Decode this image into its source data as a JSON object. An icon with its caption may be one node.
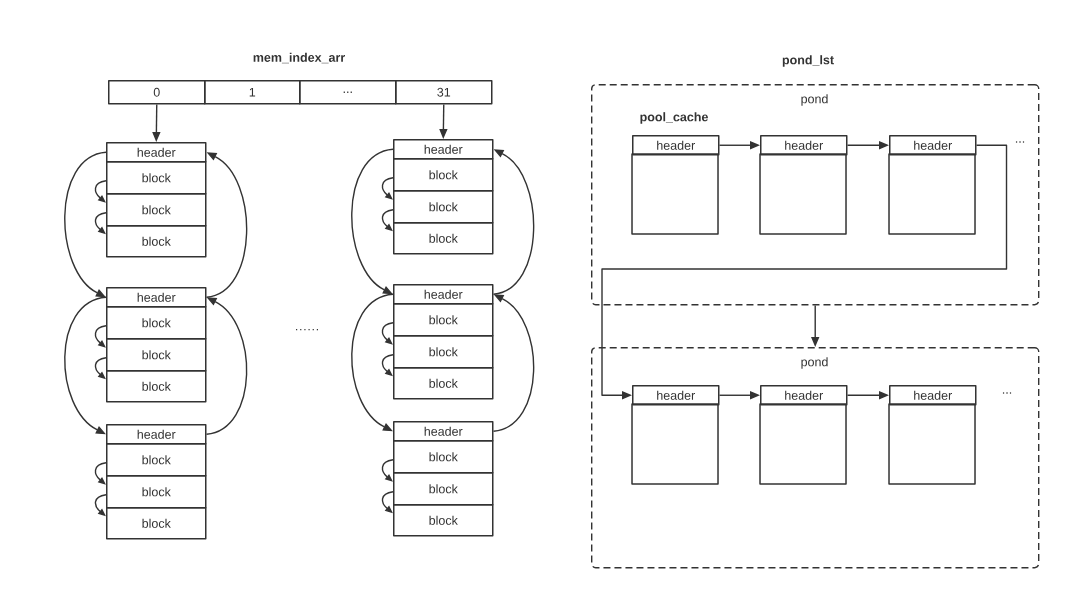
{
  "diagram": {
    "nodes": [
      {
        "text": [
          "0"
        ]
      },
      {
        "text": [
          "1"
        ]
      },
      {
        "text": [
          "..."
        ]
      },
      {
        "text": [
          "31"
        ]
      },
      {
        "text": [
          "header"
        ]
      },
      {
        "text": [
          "block"
        ]
      },
      {
        "text": [
          "block"
        ]
      },
      {
        "text": [
          "block"
        ]
      },
      {
        "text": [
          "header"
        ]
      },
      {
        "text": [
          "block"
        ]
      },
      {
        "text": [
          "block"
        ]
      },
      {
        "text": [
          "block"
        ]
      },
      {
        "text": [
          "header"
        ]
      },
      {
        "text": [
          "block"
        ]
      },
      {
        "text": [
          "block"
        ]
      },
      {
        "text": [
          "block"
        ]
      },
      {
        "text": [
          "header"
        ]
      },
      {
        "text": [
          "block"
        ]
      },
      {
        "text": [
          "block"
        ]
      },
      {
        "text": [
          "block"
        ]
      },
      {
        "text": [
          "header"
        ]
      },
      {
        "text": [
          "block"
        ]
      },
      {
        "text": [
          "block"
        ]
      },
      {
        "text": [
          "block"
        ]
      },
      {
        "text": [
          "header"
        ]
      },
      {
        "text": [
          "block"
        ]
      },
      {
        "text": [
          "block"
        ]
      },
      {
        "text": [
          "block"
        ]
      },
      {
        "text": [
          "pond"
        ]
      },
      {
        "text": [
          "header"
        ],
        "in": 28
      },
      {
        "text": [
          "header"
        ],
        "in": 28
      },
      {
        "text": [
          "header"
        ],
        "in": 28
      },
      {
        "text": [
          "pond"
        ]
      },
      {
        "text": [
          "header"
        ],
        "in": 32
      },
      {
        "text": [
          "header"
        ],
        "in": 32
      },
      {
        "text": [
          "header"
        ],
        "in": 32
      }
    ],
    "edges": [
      {
        "from": 0,
        "to": 4,
        "arrow": "to"
      },
      {
        "from": 3,
        "to": 16,
        "arrow": "to"
      },
      {
        "from": 5,
        "to": 6,
        "arrow": "to"
      },
      {
        "from": 6,
        "to": 7,
        "arrow": "to"
      },
      {
        "from": 9,
        "to": 10,
        "arrow": "to"
      },
      {
        "from": 10,
        "to": 11,
        "arrow": "to"
      },
      {
        "from": 13,
        "to": 14,
        "arrow": "to"
      },
      {
        "from": 14,
        "to": 15,
        "arrow": "to"
      },
      {
        "from": 4,
        "to": 8,
        "arrow": "to"
      },
      {
        "from": 8,
        "to": 12,
        "arrow": "to"
      },
      {
        "from": 8,
        "to": 4,
        "arrow": "to"
      },
      {
        "from": 12,
        "to": 8,
        "arrow": "to"
      },
      {
        "from": 17,
        "to": 18,
        "arrow": "to"
      },
      {
        "from": 18,
        "to": 19,
        "arrow": "to"
      },
      {
        "from": 21,
        "to": 22,
        "arrow": "to"
      },
      {
        "from": 22,
        "to": 23,
        "arrow": "to"
      },
      {
        "from": 25,
        "to": 26,
        "arrow": "to"
      },
      {
        "from": 26,
        "to": 27,
        "arrow": "to"
      },
      {
        "from": 16,
        "to": 20,
        "arrow": "to"
      },
      {
        "from": 20,
        "to": 24,
        "arrow": "to"
      },
      {
        "from": 20,
        "to": 16,
        "arrow": "to"
      },
      {
        "from": 24,
        "to": 20,
        "arrow": "to"
      },
      {
        "from": 29,
        "to": 30,
        "arrow": "to"
      },
      {
        "from": 30,
        "to": 31,
        "arrow": "to"
      },
      {
        "from": 31,
        "to": 33,
        "arrow": "to"
      },
      {
        "from": 28,
        "to": 32,
        "arrow": "to"
      },
      {
        "from": 33,
        "to": 34,
        "arrow": "to"
      },
      {
        "from": 34,
        "to": 35,
        "arrow": "to"
      }
    ],
    "labels": [
      "mem_index_arr",
      "pond_lst",
      "pool_cache",
      "······",
      "...",
      "..."
    ]
  }
}
